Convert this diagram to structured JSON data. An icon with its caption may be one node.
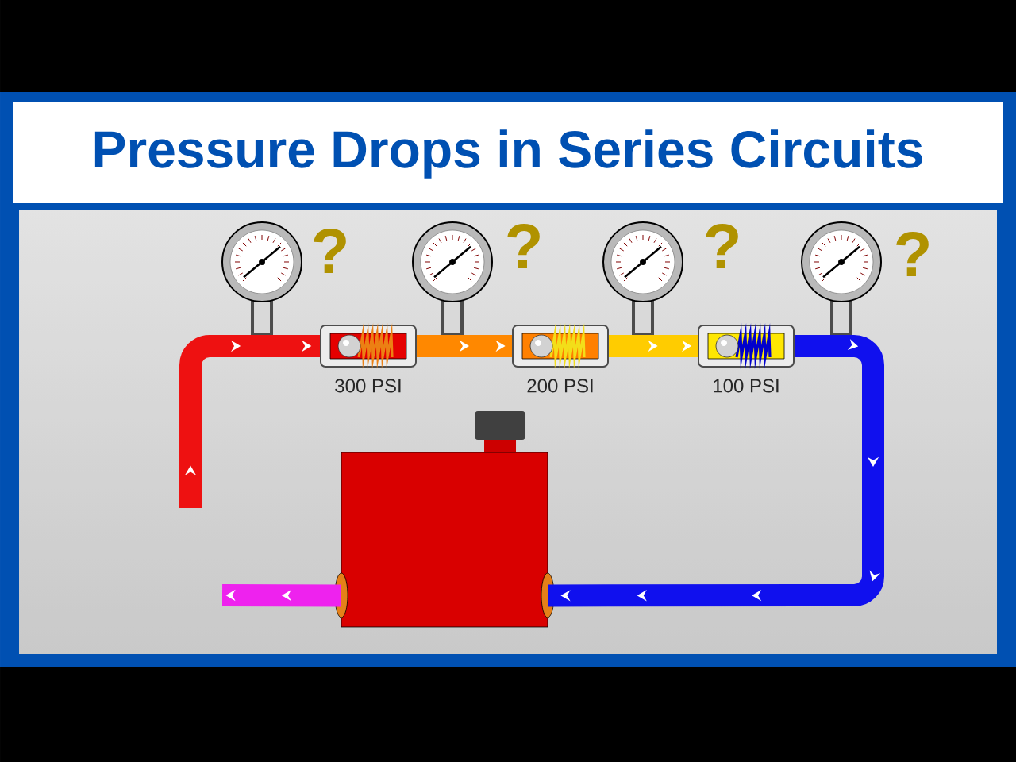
{
  "diagram": {
    "title": "Pressure Drops in Series Circuits",
    "nodes": [
      {
        "text": [],
        "shape": "picture",
        "beside": [
          "?"
        ]
      },
      {
        "text": [],
        "shape": "picture",
        "beside": [
          "300 PSI"
        ]
      },
      {
        "text": [],
        "shape": "picture",
        "beside": [
          "?"
        ]
      },
      {
        "text": [],
        "shape": "picture",
        "beside": [
          "200 PSI"
        ]
      },
      {
        "text": [],
        "shape": "picture",
        "beside": [
          "?"
        ]
      },
      {
        "text": [],
        "shape": "picture",
        "beside": [
          "100 PSI"
        ]
      },
      {
        "text": [],
        "shape": "picture",
        "beside": [
          "?"
        ]
      },
      {
        "text": [],
        "shape": "box"
      }
    ],
    "edges": [
      {
        "from": null,
        "to": 1,
        "arrow": "to",
        "color": "#ee1111"
      },
      {
        "from": 1,
        "to": 3,
        "arrow": "to",
        "color": "#ff8800"
      },
      {
        "from": 3,
        "to": 5,
        "arrow": "to",
        "color": "#ffcc00"
      },
      {
        "from": 5,
        "to": 7,
        "arrow": "to",
        "color": "#1010ee"
      },
      {
        "from": 7,
        "to": null,
        "arrow": "to",
        "color": "#ee22ee"
      }
    ]
  }
}
